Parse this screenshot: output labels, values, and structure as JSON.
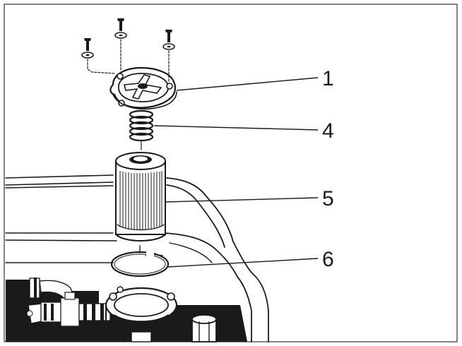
{
  "callouts": {
    "lid": "1",
    "spring": "4",
    "filter_element": "5",
    "seal_ring": "6"
  }
}
